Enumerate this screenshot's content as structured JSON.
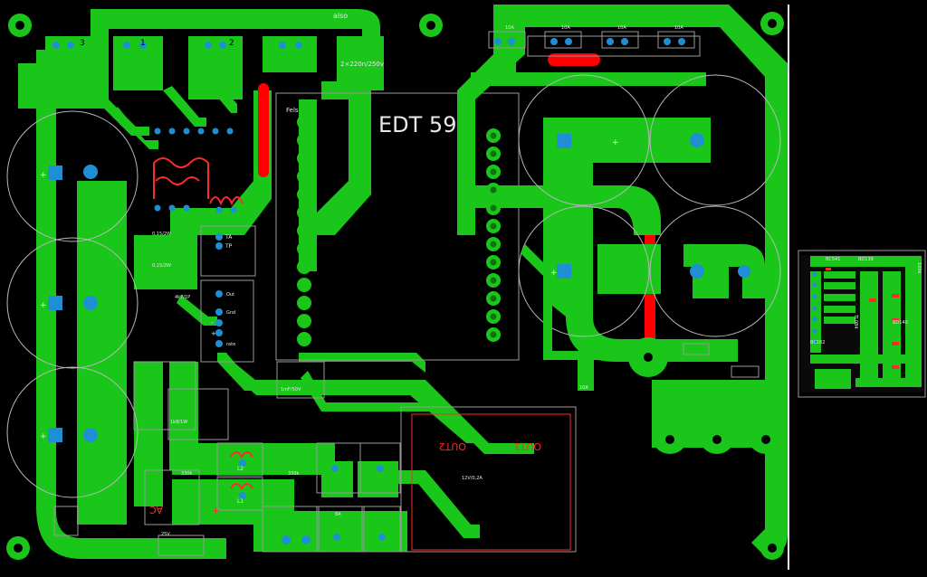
{
  "board": {
    "title": "EDT 59",
    "colors": {
      "background": "#000000",
      "copper": "#19c619",
      "copper_edge": "#0e8f0e",
      "jumper": "#ff0000",
      "pad": "#1e8fd2",
      "silk": "#e8e8e8",
      "outline": "#9a9a9a",
      "red_silk": "#ff2a2a"
    }
  },
  "labels": {
    "top_also": "also",
    "cap_rating": "2×220n/250v",
    "fels": "Fels",
    "conn_1": "1",
    "conn_2": "2",
    "conn_3": "3",
    "ta": "TA",
    "tp": "TP",
    "out1": "OUT1",
    "out2": "OUT2",
    "ac": "AC",
    "l1": "L1",
    "l2": "L2",
    "ua": "8A",
    "box": "12V/0,2A",
    "trafo": "1mF/50V",
    "input_res": "1k8/1W",
    "fuse_a": "10A",
    "fuse_b": "10A",
    "fuse_c": "10A",
    "fuse_d": "10A",
    "res_small": "0,15/2W",
    "res_small2": "0,15/2W",
    "bias_res": "4k7/1P",
    "v_out": "Out",
    "gnd": "Gnd",
    "minus": "-",
    "plus": "+",
    "rate": "rate",
    "bd139": "BD139",
    "bd140": "BD140",
    "bc182": "BC182",
    "bc541": "BC541",
    "tl084": "TL084",
    "r_100k": "100k",
    "sec_right": "10A",
    "r330": "330k",
    "r330b": "330k",
    "volt": "25V"
  }
}
